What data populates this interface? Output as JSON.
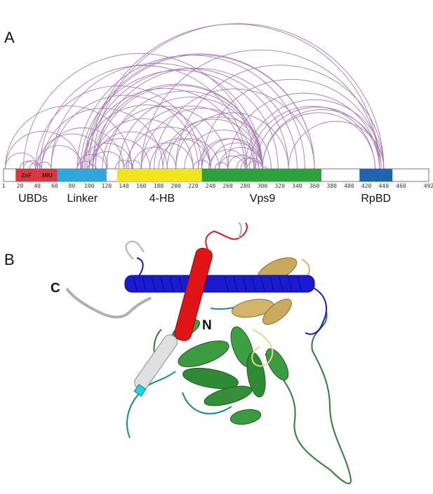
{
  "panels": {
    "a_label": "A",
    "b_label": "B"
  },
  "sequence_axis": {
    "length": 492,
    "ticks": [
      1,
      20,
      40,
      60,
      80,
      100,
      120,
      140,
      160,
      180,
      200,
      220,
      240,
      260,
      280,
      300,
      320,
      340,
      360,
      380,
      400,
      420,
      440,
      460,
      492
    ]
  },
  "segments": [
    {
      "name": "ZnF",
      "start": 15,
      "end": 40,
      "color": "#d9363e"
    },
    {
      "name": "MIU",
      "start": 40,
      "end": 63,
      "color": "#d9363e"
    },
    {
      "name": "Linker",
      "start": 63,
      "end": 120,
      "color": "#2ea6de"
    },
    {
      "name": "4-HB",
      "start": 132,
      "end": 230,
      "color": "#f3e51c"
    },
    {
      "name": "Vps9",
      "start": 230,
      "end": 368,
      "color": "#2aa33d"
    },
    {
      "name": "RpBD",
      "start": 412,
      "end": 450,
      "color": "#1f64b0"
    }
  ],
  "domain_labels": [
    {
      "text": "UBDs",
      "pos": 35
    },
    {
      "text": "Linker",
      "pos": 92
    },
    {
      "text": "4-HB",
      "pos": 184
    },
    {
      "text": "Vps9",
      "pos": 300
    },
    {
      "text": "RpBD",
      "pos": 431
    }
  ],
  "arc_color": "#a77ab8",
  "crosslinks": [
    [
      3,
      40
    ],
    [
      20,
      38
    ],
    [
      24,
      43
    ],
    [
      31,
      45
    ],
    [
      40,
      56
    ],
    [
      3,
      90
    ],
    [
      3,
      149
    ],
    [
      38,
      92
    ],
    [
      40,
      121
    ],
    [
      45,
      140
    ],
    [
      38,
      230
    ],
    [
      43,
      282
    ],
    [
      24,
      291
    ],
    [
      45,
      185
    ],
    [
      56,
      226
    ],
    [
      56,
      300
    ],
    [
      86,
      104
    ],
    [
      86,
      120
    ],
    [
      91,
      150
    ],
    [
      98,
      108
    ],
    [
      100,
      140
    ],
    [
      100,
      170
    ],
    [
      104,
      190
    ],
    [
      104,
      220
    ],
    [
      92,
      240
    ],
    [
      94,
      280
    ],
    [
      104,
      300
    ],
    [
      90,
      318
    ],
    [
      98,
      330
    ],
    [
      107,
      340
    ],
    [
      86,
      349
    ],
    [
      96,
      360
    ],
    [
      107,
      300
    ],
    [
      100,
      435
    ],
    [
      104,
      440
    ],
    [
      94,
      360
    ],
    [
      140,
      160
    ],
    [
      150,
      200
    ],
    [
      160,
      220
    ],
    [
      170,
      240
    ],
    [
      180,
      250
    ],
    [
      185,
      300
    ],
    [
      190,
      310
    ],
    [
      200,
      330
    ],
    [
      210,
      300
    ],
    [
      220,
      240
    ],
    [
      145,
      290
    ],
    [
      175,
      360
    ],
    [
      160,
      300
    ],
    [
      238,
      282
    ],
    [
      245,
      260
    ],
    [
      250,
      280
    ],
    [
      250,
      300
    ],
    [
      260,
      292
    ],
    [
      270,
      296
    ],
    [
      275,
      300
    ],
    [
      282,
      300
    ],
    [
      240,
      300
    ],
    [
      226,
      296
    ],
    [
      160,
      435
    ],
    [
      200,
      440
    ],
    [
      230,
      437
    ],
    [
      260,
      435
    ],
    [
      280,
      440
    ],
    [
      300,
      430
    ],
    [
      300,
      437
    ],
    [
      330,
      440
    ],
    [
      285,
      430
    ],
    [
      143,
      240
    ],
    [
      120,
      300
    ],
    [
      115,
      260
    ],
    [
      130,
      150
    ],
    [
      134,
      300
    ],
    [
      300,
      305
    ],
    [
      230,
      300
    ],
    [
      292,
      435
    ]
  ],
  "structure": {
    "n_terminus": "N",
    "c_terminus": "C"
  }
}
